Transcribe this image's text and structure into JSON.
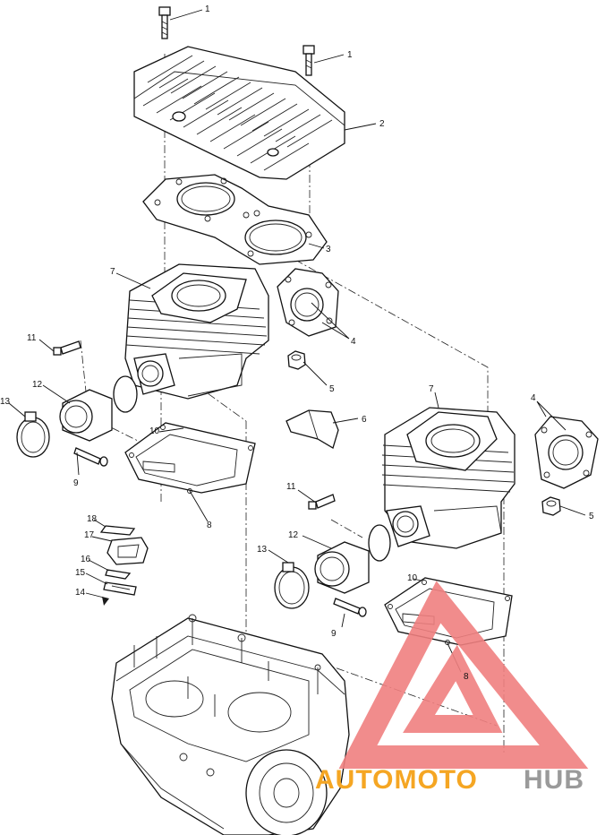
{
  "callouts": {
    "c1a": "1",
    "c1b": "1",
    "c2": "2",
    "c3": "3",
    "c4a": "4",
    "c4b": "4",
    "c5a": "5",
    "c5b": "5",
    "c6": "6",
    "c7a": "7",
    "c7b": "7",
    "c8a": "8",
    "c8b": "8",
    "c9a": "9",
    "c9b": "9",
    "c10a": "10",
    "c10b": "10",
    "c11a": "11",
    "c11b": "11",
    "c12a": "12",
    "c12b": "12",
    "c13a": "13",
    "c13b": "13",
    "c14": "14",
    "c15": "15",
    "c16": "16",
    "c17": "17",
    "c18": "18"
  },
  "watermark": {
    "text_orange": "AUTOMOTO",
    "text_grey": "HUB",
    "color_red": "#f08080",
    "color_orange": "#f5a623",
    "color_grey": "#9a9a9a"
  }
}
